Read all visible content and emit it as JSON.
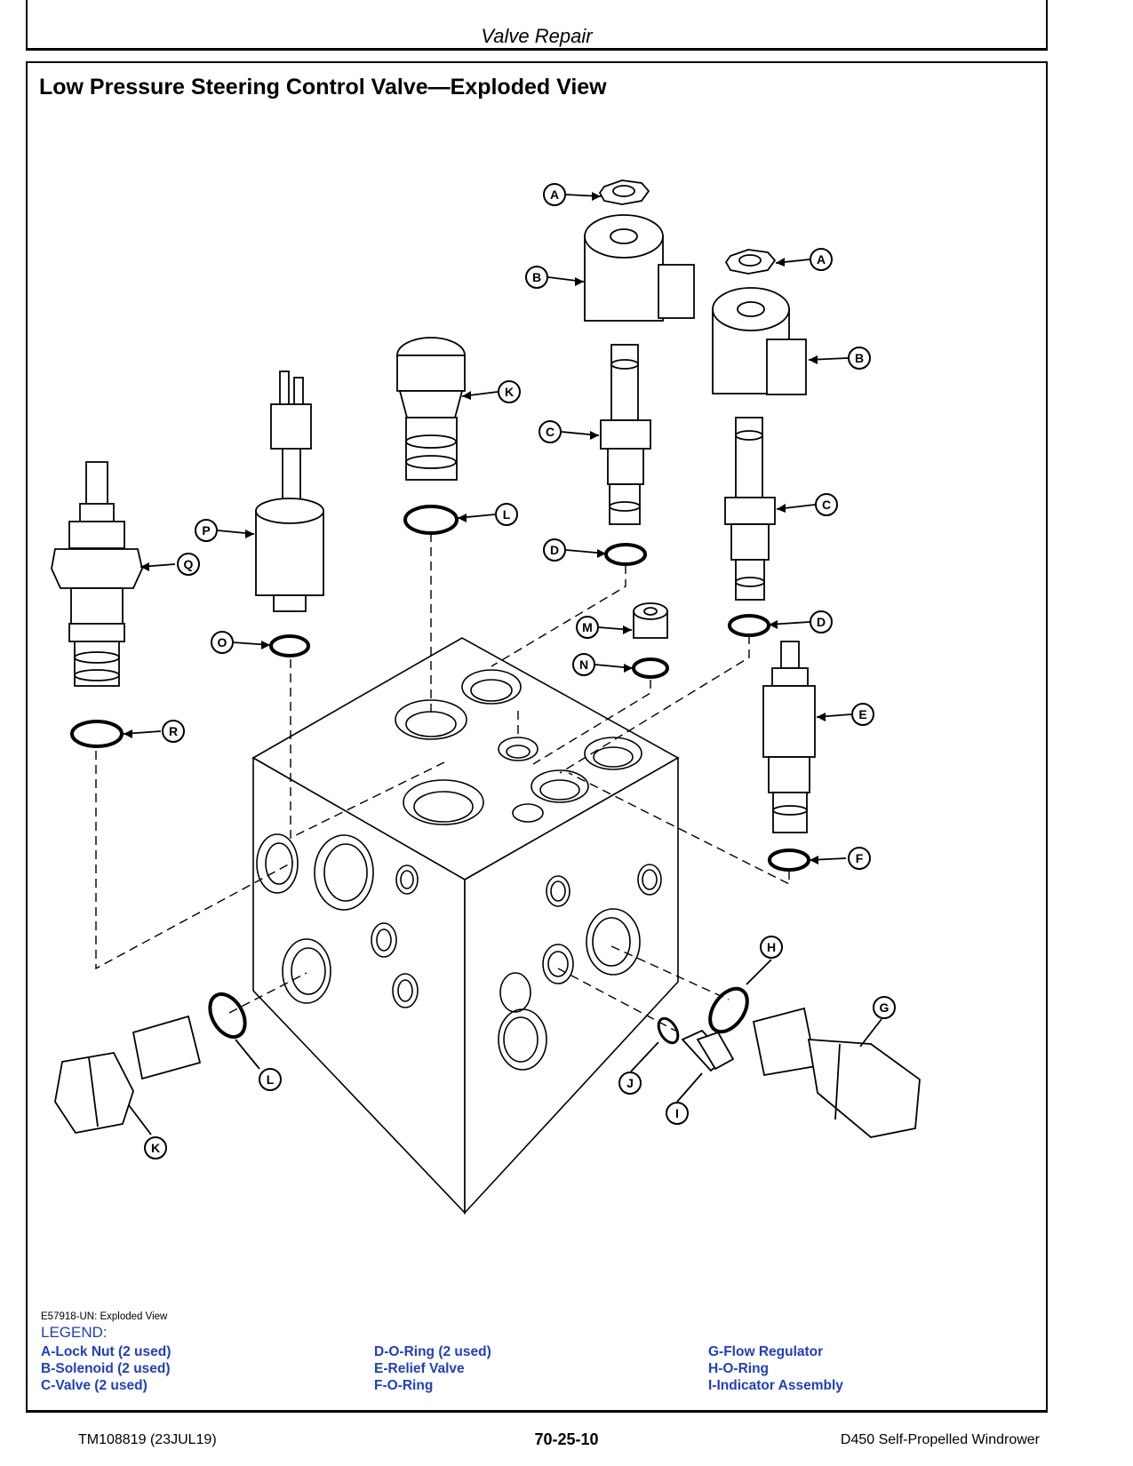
{
  "header": {
    "section": "Valve Repair"
  },
  "title": "Low Pressure Steering Control Valve—Exploded View",
  "callouts": [
    "A",
    "A",
    "B",
    "B",
    "C",
    "C",
    "D",
    "D",
    "E",
    "F",
    "G",
    "H",
    "I",
    "J",
    "K",
    "K",
    "L",
    "L",
    "M",
    "N",
    "O",
    "P",
    "Q",
    "R"
  ],
  "figure": {
    "caption": "E57918-UN: Exploded View"
  },
  "legend": {
    "heading": "LEGEND:",
    "col1": [
      "A-Lock Nut (2 used)",
      "B-Solenoid (2 used)",
      "C-Valve (2 used)"
    ],
    "col2": [
      "D-O-Ring (2 used)",
      "E-Relief Valve",
      "F-O-Ring"
    ],
    "col3": [
      "G-Flow Regulator",
      "H-O-Ring",
      "I-Indicator Assembly"
    ]
  },
  "footer": {
    "left": "TM108819 (23JUL19)",
    "center": "70-25-10",
    "right": "D450 Self-Propelled Windrower"
  },
  "colors": {
    "legend": "#1f3fbf",
    "line": "#000000"
  }
}
